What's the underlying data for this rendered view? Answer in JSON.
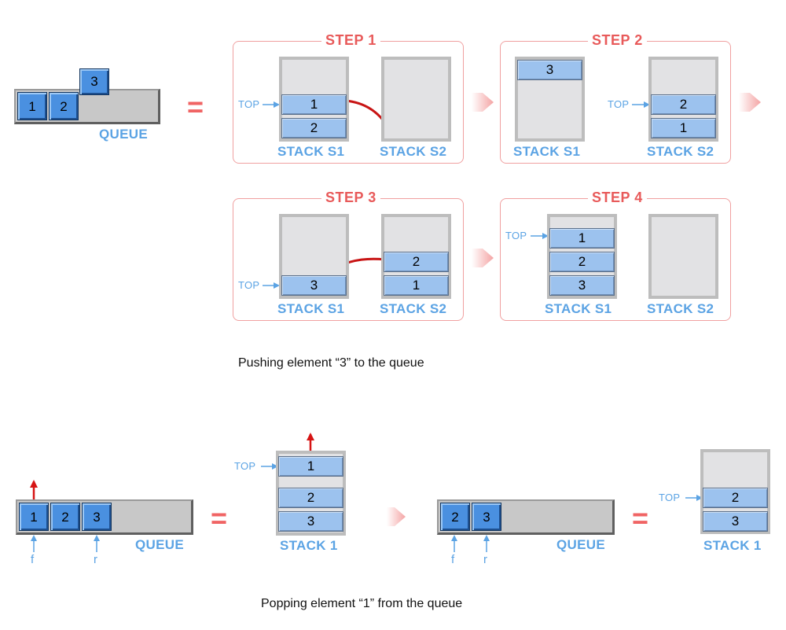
{
  "push": {
    "queue": {
      "items": [
        "1",
        "2"
      ],
      "incoming": "3",
      "label": "QUEUE"
    },
    "equals": "=",
    "steps": [
      {
        "title": "STEP 1",
        "s1_label": "STACK S1",
        "s2_label": "STACK S2",
        "s1_items": [
          "1",
          "2"
        ],
        "s2_items": [],
        "top": "TOP"
      },
      {
        "title": "STEP 2",
        "s1_label": "STACK S1",
        "s2_label": "STACK S2",
        "s1_items": [
          "3"
        ],
        "s2_items": [
          "2",
          "1"
        ],
        "top": "TOP"
      },
      {
        "title": "STEP 3",
        "s1_label": "STACK S1",
        "s2_label": "STACK S2",
        "s1_items": [
          "3"
        ],
        "s2_items": [
          "2",
          "1"
        ],
        "top": "TOP"
      },
      {
        "title": "STEP 4",
        "s1_label": "STACK S1",
        "s2_label": "STACK S2",
        "s1_items": [
          "1",
          "2",
          "3"
        ],
        "s2_items": [],
        "top": "TOP"
      }
    ],
    "caption": "Pushing element “3” to the queue"
  },
  "pop": {
    "before": {
      "items": [
        "1",
        "2",
        "3"
      ],
      "label": "QUEUE",
      "f": "f",
      "r": "r"
    },
    "equals": "=",
    "stack_before": {
      "items": [
        "1",
        "2",
        "3"
      ],
      "label": "STACK 1",
      "top": "TOP"
    },
    "after": {
      "items": [
        "2",
        "3"
      ],
      "label": "QUEUE",
      "f": "f",
      "r": "r"
    },
    "stack_after": {
      "items": [
        "2",
        "3"
      ],
      "label": "STACK 1",
      "top": "TOP"
    },
    "caption": "Popping element “1” from the queue"
  },
  "colors": {
    "accent_red": "#e62020",
    "label_blue": "#5ba3e4",
    "frame_pink": "#f0a0a0"
  }
}
